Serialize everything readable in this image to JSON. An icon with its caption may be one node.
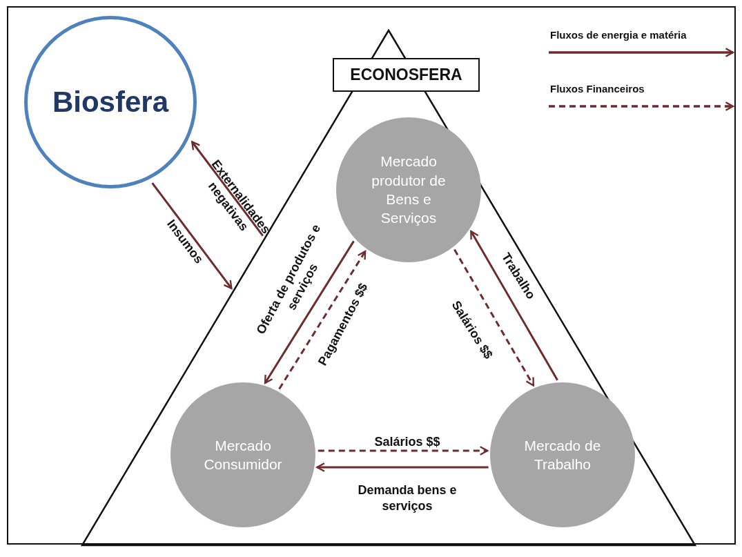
{
  "diagram": {
    "nodes": [
      {
        "text": [
          "Biosfera"
        ]
      },
      {
        "text": [
          "ECONOSFERA"
        ]
      },
      {
        "text": [
          "Mercado produtor de Bens e Serviços"
        ],
        "in": 1
      },
      {
        "text": [
          "Mercado Consumidor"
        ],
        "in": 1
      },
      {
        "text": [
          "Mercado de Trabalho"
        ],
        "in": 1
      }
    ],
    "edges": [
      {
        "from": 0,
        "to": 1,
        "arrow": "to",
        "label": "Insumos"
      },
      {
        "from": 1,
        "to": 0,
        "arrow": "to",
        "label": "Externalidades negativas"
      },
      {
        "from": 2,
        "to": 3,
        "arrow": "to",
        "label": "Oferta de produtos e serviços"
      },
      {
        "from": 3,
        "to": 2,
        "arrow": "to",
        "label": "Pagamentos $$",
        "style": "dashed"
      },
      {
        "from": 2,
        "to": 4,
        "arrow": "to",
        "label": "Salários $$",
        "style": "dashed"
      },
      {
        "from": 4,
        "to": 2,
        "arrow": "to",
        "label": "Trabalho"
      },
      {
        "from": 3,
        "to": 4,
        "arrow": "to",
        "label": "Salários $$",
        "style": "dashed"
      },
      {
        "from": 4,
        "to": 3,
        "arrow": "to",
        "label": "Demanda bens e serviços"
      }
    ],
    "legend": [
      {
        "text": "Fluxos de energia e matéria"
      },
      {
        "text": "Fluxos Financeiros"
      }
    ]
  }
}
